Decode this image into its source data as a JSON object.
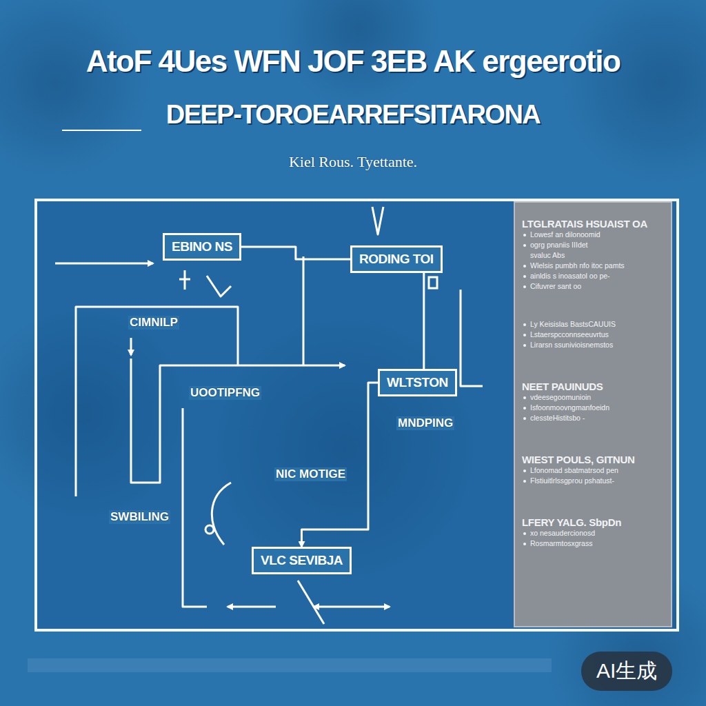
{
  "diagram": {
    "title": "AtoF 4Ues WFN JOF 3EB AK ergeerotio",
    "nodes": [
      {
        "text": [
          "EBINO NS"
        ]
      },
      {
        "text": [
          "RODING TOI"
        ]
      },
      {
        "text": [
          "WLTSTON"
        ]
      },
      {
        "text": [
          "VLC SEVIBJA"
        ]
      },
      {
        "text": [
          "LTGLRATAIS HSUAIST OA",
          "Lowesf an dilonoomid",
          "ogrg pnaniis IIIdet",
          "svaluc Abs",
          "Wlelsis pumbh nfo itoc pamts",
          "ainldis s inoasatol oo pe-",
          "Cifuvrer sant oo",
          "Ly Keisislas BastsCAUUIS",
          "Lstaerspcconnseeuvrtus",
          "Lirarsn ssunivioisnemstos",
          "NEET PAUINUDS",
          "vdeesegoomunioin",
          "Isfoonmoovngmanfoeidn",
          "clessteHistitsbo -",
          "WIEST POULS, GITNUN",
          "Lfonomad sbatmatrsod pen",
          "Flstiuitlrlssgprou pshatust-",
          "LFERY YALG. SbpDn",
          "xo nesaudercionosd",
          "Rosmarmtosxgrass"
        ]
      }
    ],
    "edges": [
      {
        "from": 0,
        "to": 1,
        "arrow": "none"
      },
      {
        "from": 1,
        "to": 2,
        "arrow": "none"
      },
      {
        "from": 2,
        "to": 3,
        "arrow": "to"
      }
    ],
    "labels": [
      "DEEP-TOROEARREFSITARONA",
      "Kiel Rous. Tyettante.",
      "CIMNILP",
      "UOOTIPFNG",
      "MNDPING",
      "NIC MOTIGE",
      "SWBILING",
      "AI生成"
    ]
  }
}
